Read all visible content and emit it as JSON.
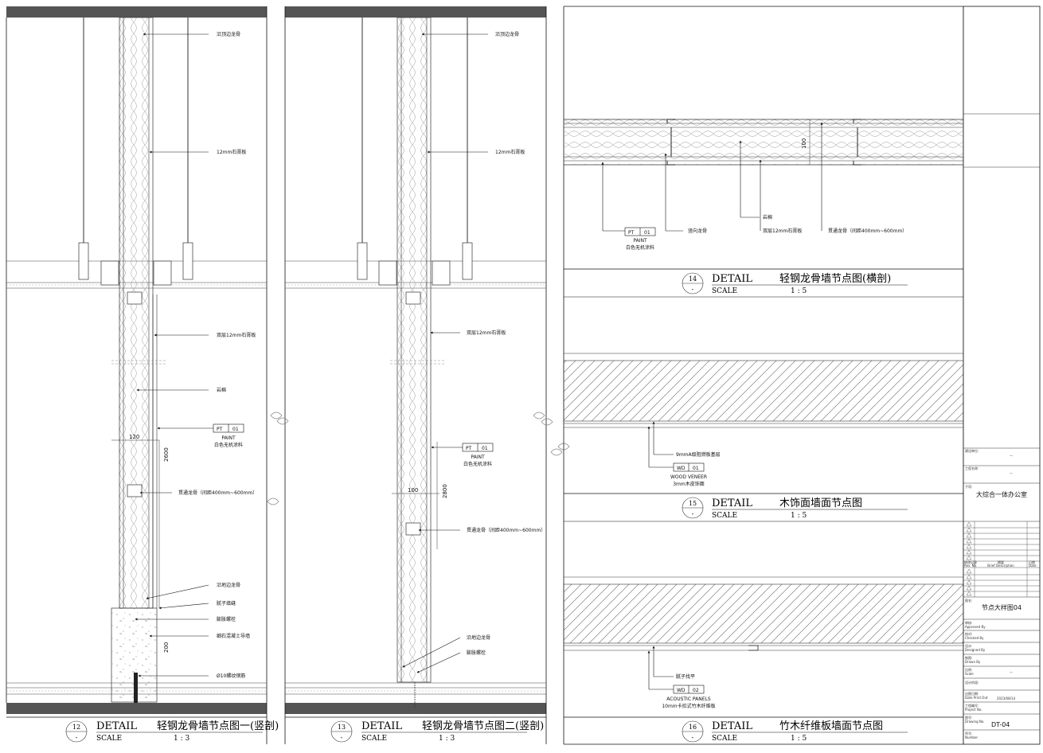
{
  "details": [
    {
      "number": "12",
      "sub": "-",
      "word": "DETAIL",
      "title": "轻钢龙骨墙节点图一(竖剖)",
      "scale_word": "SCALE",
      "scale": "1 : 3",
      "annotations": [
        "沿顶边龙骨",
        "12mm石膏板",
        "双层12mm石膏板",
        "岩棉",
        "贯通龙骨（间距400mm~600mm）",
        "沿地边龙骨",
        "腻子填缝",
        "膨胀螺栓",
        "细石混凝土导墙",
        "Ø10螺纹钢筋"
      ],
      "dims": [
        "120",
        "2600",
        "200"
      ],
      "tag": {
        "code": "PT",
        "num": "01",
        "name": "PAINT",
        "desc": "白色无机涂料"
      }
    },
    {
      "number": "13",
      "sub": "-",
      "word": "DETAIL",
      "title": "轻钢龙骨墙节点图二(竖剖)",
      "scale_word": "SCALE",
      "scale": "1 : 3",
      "annotations": [
        "沿顶边龙骨",
        "12mm石膏板",
        "双层12mm石膏板",
        "贯通龙骨（间距400mm~600mm）",
        "沿地边龙骨",
        "膨胀螺栓"
      ],
      "dims": [
        "100",
        "2800"
      ],
      "tag": {
        "code": "PT",
        "num": "01",
        "name": "PAINT",
        "desc": "白色无机涂料"
      }
    },
    {
      "number": "14",
      "sub": "-",
      "word": "DETAIL",
      "title": "轻钢龙骨墙节点图(横剖)",
      "scale_word": "SCALE",
      "scale": "1 : 5",
      "annotations": [
        "竖向龙骨",
        "岩棉",
        "双层12mm石膏板",
        "贯通龙骨（间距400mm~600mm）"
      ],
      "dims": [
        "100"
      ],
      "tag": {
        "code": "PT",
        "num": "01",
        "name": "PAINT",
        "desc": "白色无机涂料"
      }
    },
    {
      "number": "15",
      "sub": "-",
      "word": "DETAIL",
      "title": "木饰面墙面节点图",
      "scale_word": "SCALE",
      "scale": "1 : 5",
      "annotations": [
        "9mmA级阻燃板基层"
      ],
      "tag": {
        "code": "WD",
        "num": "01",
        "name": "WOOD VENEER",
        "desc": "3mm木皮饰面"
      }
    },
    {
      "number": "16",
      "sub": "-",
      "word": "DETAIL",
      "title": "竹木纤维板墙面节点图",
      "scale_word": "SCALE",
      "scale": "1 : 5",
      "annotations": [
        "腻子找平"
      ],
      "tag": {
        "code": "WD",
        "num": "02",
        "name": "ACOUSTIC PANELS",
        "desc": "10mm卡扣式竹木纤维板"
      }
    }
  ],
  "title_block": {
    "construction_unit_label": "建设单位:",
    "project_name_label": "工程名称:",
    "subitem_label": "子项:",
    "subitem": "大综合一体办公室",
    "revision_label": "修改记录",
    "revision_en": "Rev. No.",
    "description_label": "摘要",
    "description_en": "Brief Description",
    "date_label": "日期",
    "date_en": "Date",
    "drawing_name_label": "图名:",
    "drawing_name": "节点大样图04",
    "approved_label": "审核:",
    "approved_en": "Approved By",
    "checked_label": "校对:",
    "checked_en": "Checked By",
    "designed_label": "设计:",
    "designed_en": "Designed By",
    "drawn_label": "制图:",
    "drawn_en": "Drawn By",
    "scale_label": "比例:",
    "scale_en": "Scale",
    "dash": "—",
    "stage_label": "设计阶段:",
    "print_date_label": "出图日期:",
    "print_date_en": "Date Print Out",
    "print_date": "2023/08/14",
    "project_no_label": "工程编号:",
    "project_no_en": "Project No.",
    "drawing_no_label": "图号:",
    "drawing_no_en": "Drawing No.",
    "drawing_no": "DT-04",
    "sequence_label": "序号:",
    "sequence_en": "Number"
  }
}
